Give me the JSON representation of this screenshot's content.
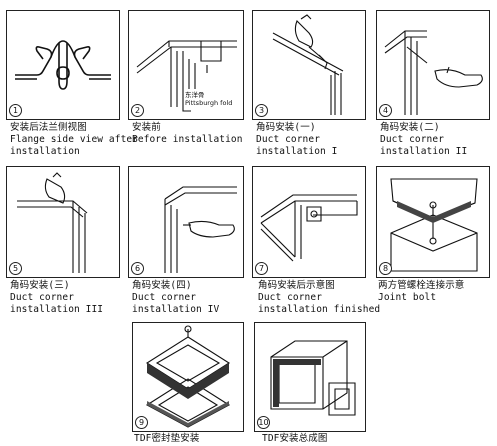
{
  "panels": [
    {
      "num": "1",
      "cn": "安装后法兰侧视图",
      "en": [
        "Flange side view after",
        "installation"
      ]
    },
    {
      "num": "2",
      "cn": "安装前",
      "en": [
        "Before installation"
      ],
      "tag_cn": "东洋骨",
      "tag_en": "Pittsburgh fold"
    },
    {
      "num": "3",
      "cn": "角码安装(一)",
      "en": [
        "Duct corner",
        "installation I"
      ]
    },
    {
      "num": "4",
      "cn": "角码安装(二)",
      "en": [
        "Duct corner",
        "installation II"
      ]
    },
    {
      "num": "5",
      "cn": "角码安装(三)",
      "en": [
        "Duct corner",
        "installation III"
      ]
    },
    {
      "num": "6",
      "cn": "角码安装(四)",
      "en": [
        "Duct corner",
        "installation IV"
      ]
    },
    {
      "num": "7",
      "cn": "角码安装后示意图",
      "en": [
        "Duct corner",
        "installation finished"
      ]
    },
    {
      "num": "8",
      "cn": "两方管螺栓连接示意",
      "en": [
        "Joint bolt"
      ]
    },
    {
      "num": "9",
      "cn": "TDF密封垫安装",
      "en": []
    },
    {
      "num": "10",
      "cn": "TDF安装总成图",
      "en": []
    }
  ]
}
